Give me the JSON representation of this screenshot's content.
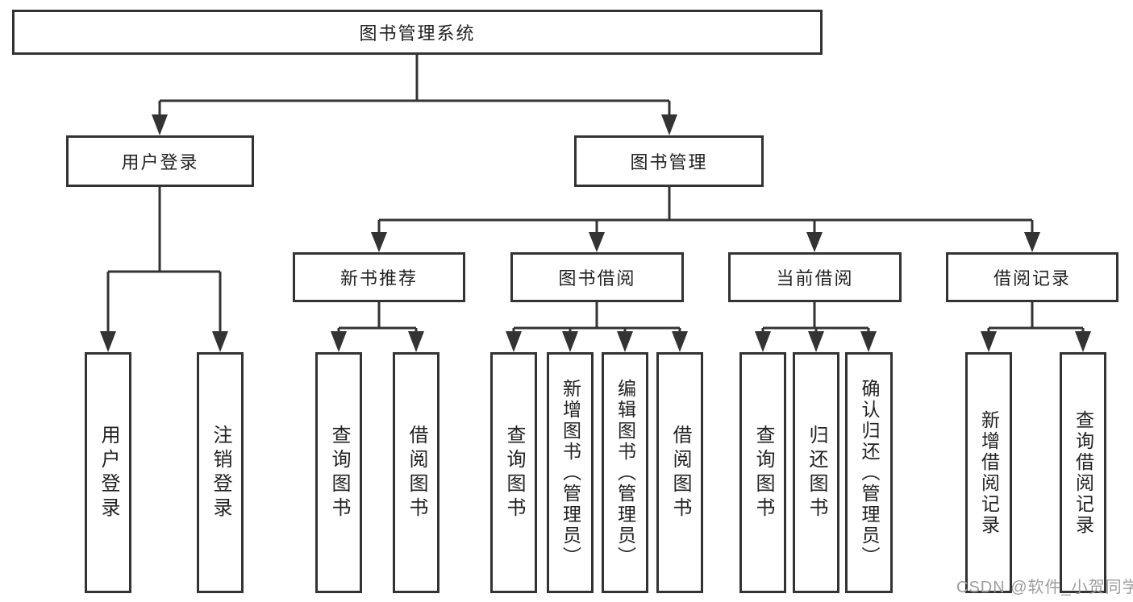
{
  "diagram": {
    "title": "图书管理系统",
    "root": {
      "label": "图书管理系统"
    },
    "level2": {
      "user_login": {
        "label": "用户登录"
      },
      "book_mgmt": {
        "label": "图书管理"
      }
    },
    "level3": {
      "new_book": {
        "label": "新书推荐"
      },
      "book_borrow": {
        "label": "图书借阅"
      },
      "current_borrow": {
        "label": "当前借阅"
      },
      "borrow_record": {
        "label": "借阅记录"
      }
    },
    "leaves": {
      "user_login": [
        "用户登录",
        "注销登录"
      ],
      "new_book": [
        "查询图书",
        "借阅图书"
      ],
      "book_borrow": [
        "查询图书",
        "新增图书（管理员）",
        "编辑图书（管理员）",
        "借阅图书"
      ],
      "current_borrow": [
        "查询图书",
        "归还图书",
        "确认归还（管理员）"
      ],
      "borrow_record": [
        "新增借阅记录",
        "查询借阅记录"
      ]
    },
    "watermark": "CSDN @软件_小贺同学",
    "colors": {
      "line": "#333333",
      "text": "#222222",
      "watermark": "#9e9e9e",
      "background": "#ffffff"
    }
  }
}
